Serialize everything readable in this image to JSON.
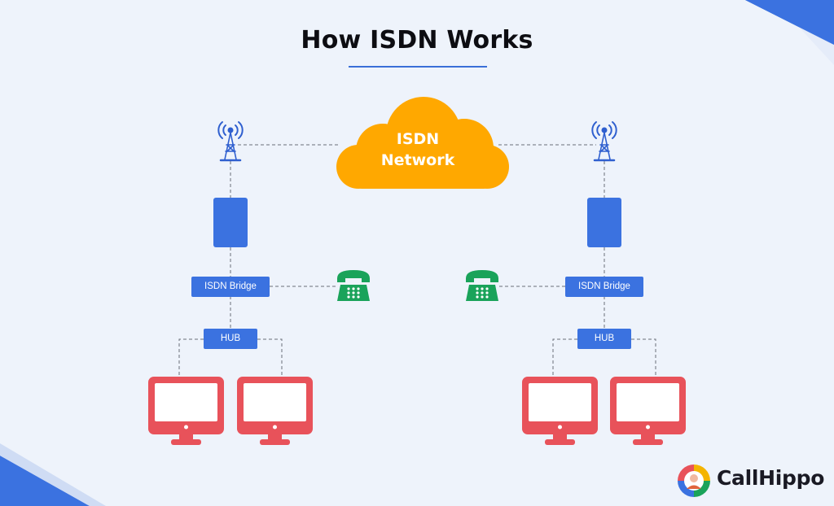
{
  "title": "How ISDN Works",
  "cloud": {
    "line1": "ISDN",
    "line2": "Network"
  },
  "left_site": {
    "bridge_label": "ISDN Bridge",
    "hub_label": "HUB"
  },
  "right_site": {
    "bridge_label": "ISDN Bridge",
    "hub_label": "HUB"
  },
  "brand": {
    "name": "CallHippo"
  },
  "icons": {
    "antenna": "radio-tower-icon",
    "modem": "terminal-device",
    "phone": "telephone-icon",
    "monitor": "computer-monitor-icon",
    "logo": "callhippo-logo"
  },
  "colors": {
    "accent_blue": "#3b72e0",
    "cloud_orange": "#ffa800",
    "phone_green": "#1aa35a",
    "monitor_red": "#e8525a",
    "background": "#eef3fb"
  }
}
